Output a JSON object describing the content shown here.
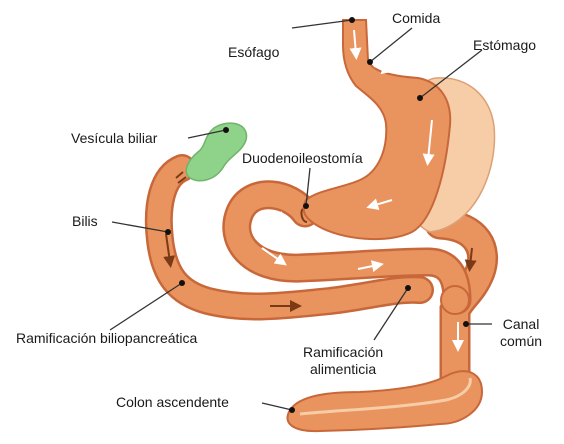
{
  "labels": {
    "comida": "Comida",
    "esofago": "Esófago",
    "estomago": "Estómago",
    "vesicula": "Vesícula biliar",
    "duodenoileostomia": "Duodenoileostomía",
    "bilis": "Bilis",
    "ramificacion_biliopancreatica": "Ramificación biliopancreática",
    "ramificacion_alimenticia_1": "Ramificación",
    "ramificacion_alimenticia_2": "alimenticia",
    "canal_comun_1": "Canal",
    "canal_comun_2": "común",
    "colon_ascendente": "Colon ascendente"
  },
  "colors": {
    "intestine": "#e9935e",
    "intestine_dark": "#c8683a",
    "stomach_band": "#f6cda6",
    "gallbladder": "#8fd38a",
    "arrow_white": "#ffffff",
    "arrow_brown": "#7a3a16",
    "leader_line": "#333333"
  }
}
